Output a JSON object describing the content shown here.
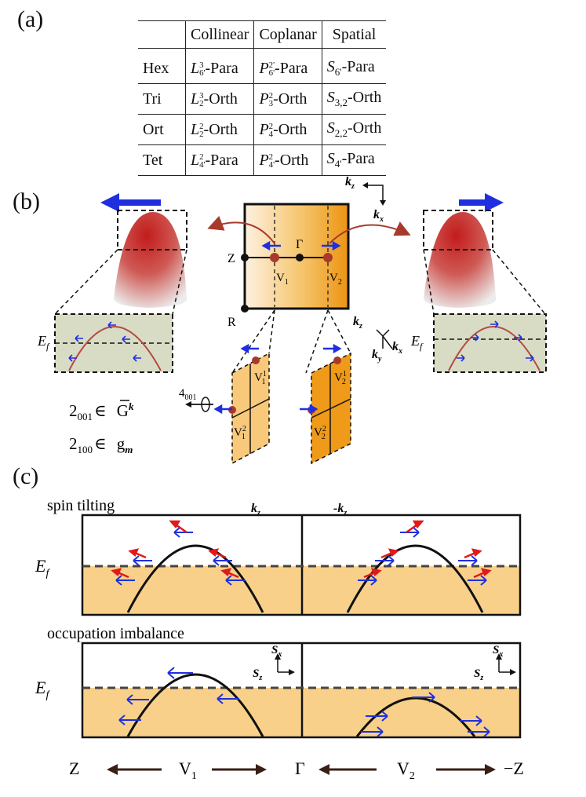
{
  "panels": {
    "a": "(a)",
    "b": "(b)",
    "c": "(c)"
  },
  "table": {
    "headers": [
      "",
      "Collinear",
      "Coplanar",
      "Spatial"
    ],
    "rows": [
      {
        "label": "Hex",
        "collinear": [
          "L",
          "6'",
          "3",
          "-Para"
        ],
        "coplanar": [
          "P",
          "6'",
          "2'",
          "-Para"
        ],
        "spatial": [
          "S",
          "6'",
          "",
          "-Para"
        ]
      },
      {
        "label": "Tri",
        "collinear": [
          "L",
          "2",
          "3",
          "-Orth"
        ],
        "coplanar": [
          "P",
          "3",
          "2",
          "-Orth"
        ],
        "spatial": [
          "S",
          "3,2",
          "",
          "-Orth"
        ]
      },
      {
        "label": "Ort",
        "collinear": [
          "L",
          "2",
          "2",
          "-Orth"
        ],
        "coplanar": [
          "P",
          "4",
          "2",
          "-Orth"
        ],
        "spatial": [
          "S",
          "2,2",
          "",
          "-Orth"
        ]
      },
      {
        "label": "Tet",
        "collinear": [
          "L",
          "4'",
          "2",
          "-Para"
        ],
        "coplanar": [
          "P",
          "4'",
          "2",
          "-Orth"
        ],
        "spatial": [
          "S",
          "4'",
          "",
          "-Para"
        ]
      }
    ]
  },
  "panel_b": {
    "points": {
      "Z": "Z",
      "Gamma": "Γ",
      "R": "R",
      "V1": "V",
      "V1_sub": "1",
      "V2": "V",
      "V2_sub": "2"
    },
    "axes_top": {
      "kz": "k",
      "kz_sub": "z",
      "kx": "k",
      "kx_sub": "x"
    },
    "axes_mid": {
      "kz": "k",
      "kz_sub": "z",
      "ky": "k",
      "ky_sub": "y",
      "kx": "k",
      "kx_sub": "x"
    },
    "ef": {
      "main": "E",
      "sub": "f"
    },
    "rotation": {
      "main": "4",
      "sub": "001"
    },
    "plane1": {
      "top": "V",
      "top_sup": "1",
      "top_sub": "1",
      "bot": "V",
      "bot_sup": "2",
      "bot_sub": "1"
    },
    "plane2": {
      "top": "V",
      "top_sup": "1",
      "top_sub": "2",
      "bot": "V",
      "bot_sup": "2",
      "bot_sub": "2"
    },
    "eq1": {
      "lhs": "2",
      "lhs_sub": "001",
      "rel": "∈ ",
      "rhs": "G",
      "rhs_sup": "k"
    },
    "eq2": {
      "lhs": "2",
      "lhs_sub": "100",
      "rel": "∈ ",
      "rhs": "g",
      "rhs_sub": "m"
    }
  },
  "panel_c": {
    "kz": "k",
    "kz_sub": "z",
    "mkz": "-k",
    "mkz_sub": "z",
    "title1": "spin tilting",
    "title2": "occupation imbalance",
    "ef": {
      "main": "E",
      "sub": "f"
    },
    "spin_axes": {
      "sx": "S",
      "sx_sub": "x",
      "sz": "S",
      "sz_sub": "z"
    },
    "bottom_axis": {
      "Z": "Z",
      "V1": "V",
      "V1_sub": "1",
      "Gamma": "Γ",
      "V2": "V",
      "V2_sub": "2",
      "mZ": "−Z"
    }
  },
  "colors": {
    "blue": "#1f2fe0",
    "red": "#e01a1a",
    "orange": "#f0a020",
    "band": "#f8d08a",
    "maroon": "#a83a2c",
    "grayinset": "#d8dcc4"
  }
}
